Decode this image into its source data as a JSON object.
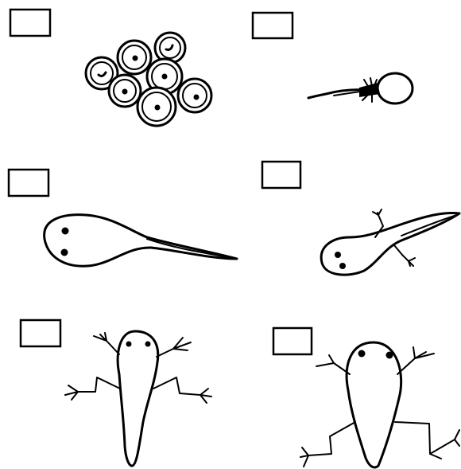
{
  "worksheet": {
    "stages": [
      {
        "id": "eggs",
        "icon": "frog-eggs-icon",
        "answer": ""
      },
      {
        "id": "hatchling",
        "icon": "hatchling-tadpole-icon",
        "answer": ""
      },
      {
        "id": "tadpole",
        "icon": "tadpole-icon",
        "answer": ""
      },
      {
        "id": "tadpole-with-legs",
        "icon": "tadpole-with-hind-legs-icon",
        "answer": ""
      },
      {
        "id": "froglet",
        "icon": "froglet-with-tail-icon",
        "answer": ""
      },
      {
        "id": "young-frog",
        "icon": "young-frog-short-tail-icon",
        "answer": ""
      }
    ],
    "ink_color": "#000000",
    "background_color": "#ffffff"
  }
}
